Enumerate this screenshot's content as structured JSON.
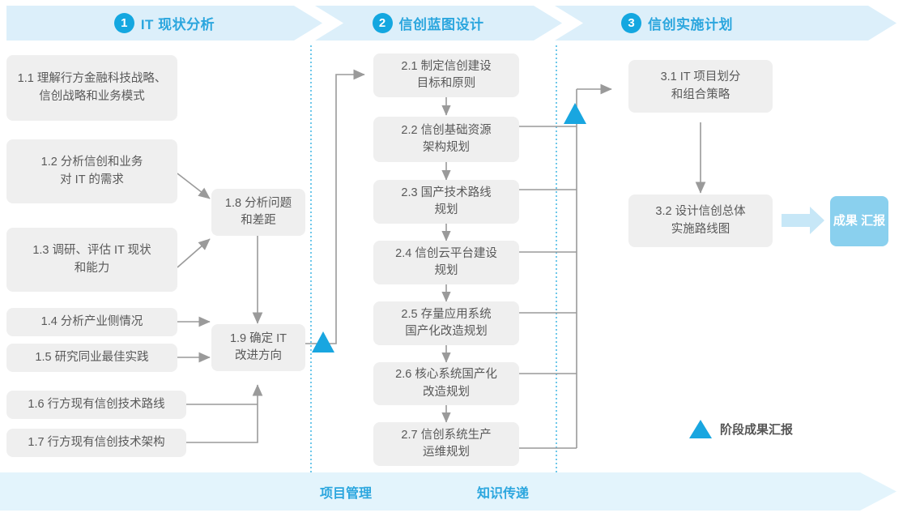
{
  "header": {
    "phases": [
      {
        "num": "1",
        "title": "IT 现状分析"
      },
      {
        "num": "2",
        "title": "信创蓝图设计"
      },
      {
        "num": "3",
        "title": "信创实施计划"
      }
    ]
  },
  "phase1": {
    "boxes": [
      {
        "id": "1.1",
        "line1": "1.1 理解行方金融科技战略、",
        "line2": "信创战略和业务模式"
      },
      {
        "id": "1.2",
        "line1": "1.2 分析信创和业务",
        "line2": "对 IT 的需求"
      },
      {
        "id": "1.3",
        "line1": "1.3 调研、评估 IT 现状",
        "line2": "和能力"
      },
      {
        "id": "1.4",
        "line1": "1.4 分析产业侧情况",
        "line2": ""
      },
      {
        "id": "1.5",
        "line1": "1.5 研究同业最佳实践",
        "line2": ""
      },
      {
        "id": "1.6",
        "line1": "1.6 行方现有信创技术路线",
        "line2": ""
      },
      {
        "id": "1.7",
        "line1": "1.7 行方现有信创技术架构",
        "line2": ""
      },
      {
        "id": "1.8",
        "line1": "1.8 分析问题",
        "line2": "和差距"
      },
      {
        "id": "1.9",
        "line1": "1.9 确定 IT",
        "line2": "改进方向"
      }
    ]
  },
  "phase2": {
    "boxes": [
      {
        "id": "2.1",
        "line1": "2.1 制定信创建设",
        "line2": "目标和原则"
      },
      {
        "id": "2.2",
        "line1": "2.2 信创基础资源",
        "line2": "架构规划"
      },
      {
        "id": "2.3",
        "line1": "2.3 国产技术路线",
        "line2": "规划"
      },
      {
        "id": "2.4",
        "line1": "2.4 信创云平台建设",
        "line2": "规划"
      },
      {
        "id": "2.5",
        "line1": "2.5 存量应用系统",
        "line2": "国产化改造规划"
      },
      {
        "id": "2.6",
        "line1": "2.6 核心系统国产化",
        "line2": "改造规划"
      },
      {
        "id": "2.7",
        "line1": "2.7 信创系统生产",
        "line2": "运维规划"
      }
    ]
  },
  "phase3": {
    "boxes": [
      {
        "id": "3.1",
        "line1": "3.1 IT 项目划分",
        "line2": "和组合策略"
      },
      {
        "id": "3.2",
        "line1": "3.2 设计信创总体",
        "line2": "实施路线图"
      }
    ],
    "result_badge": {
      "line1": "成果",
      "line2": "汇报"
    }
  },
  "legend": {
    "label": "阶段成果汇报",
    "marker": "triangle-marker"
  },
  "footer": {
    "labels": [
      "项目管理",
      "知识传递"
    ]
  },
  "colors": {
    "band": "#DCEFFA",
    "accent": "#2BA6DE",
    "badge_circle": "#14A7E0",
    "triangle": "#19A6E0",
    "box_fill": "#EFEFEF",
    "box_text": "#595959",
    "result_fill": "#8AD0EE",
    "result_arrow": "#C7E7F7",
    "connector": "#9A9A9A",
    "footer_band": "#E3F4FC",
    "divider_dotted": "#4BBBE4"
  }
}
